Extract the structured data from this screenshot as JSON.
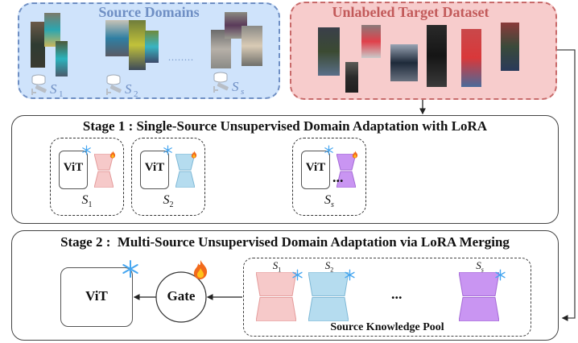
{
  "source_domains": {
    "title": "Source Domains",
    "ellipsis": "........",
    "domains": [
      {
        "label": "S",
        "sub": "1"
      },
      {
        "label": "S",
        "sub": "2"
      },
      {
        "label": "S",
        "sub": "s"
      }
    ],
    "colors": {
      "fill": "#cfe3fb",
      "border": "#6f8fc4",
      "title": "#6f8fc4"
    }
  },
  "target_dataset": {
    "title": "Unlabeled Target Dataset",
    "image_count": 7,
    "colors": {
      "fill": "#f7cccc",
      "border": "#c86a6a",
      "title": "#c25a5a"
    }
  },
  "stage1": {
    "title": "Stage 1 : Single-Source Unsupervised Domain Adaptation with LoRA",
    "ellipsis": "...",
    "units": [
      {
        "model": "ViT",
        "label": "S",
        "sub": "1",
        "lora_color": "#f6c9c9",
        "lora_border": "#e49b9b"
      },
      {
        "model": "ViT",
        "label": "S",
        "sub": "2",
        "lora_color": "#b5dcef",
        "lora_border": "#7fb8d6"
      },
      {
        "model": "ViT",
        "label": "S",
        "sub": "s",
        "lora_color": "#c995f2",
        "lora_border": "#a46ad6"
      }
    ]
  },
  "stage2": {
    "title": "Stage 2 :  Multi-Source Unsupervised Domain Adaptation via LoRA Merging",
    "model": "ViT",
    "gate": "Gate",
    "pool_label": "Source Knowledge Pool",
    "ellipsis": "...",
    "pool": [
      {
        "label": "S",
        "sub": "1",
        "lora_color": "#f6c9c9",
        "lora_border": "#e49b9b"
      },
      {
        "label": "S",
        "sub": "2",
        "lora_color": "#b5dcef",
        "lora_border": "#7fb8d6"
      },
      {
        "label": "S",
        "sub": "s",
        "lora_color": "#c995f2",
        "lora_border": "#a46ad6"
      }
    ]
  },
  "icons": {
    "frozen": "snowflake-icon",
    "trainable": "fire-icon",
    "database": "database-icon",
    "camera": "camera-icon"
  }
}
